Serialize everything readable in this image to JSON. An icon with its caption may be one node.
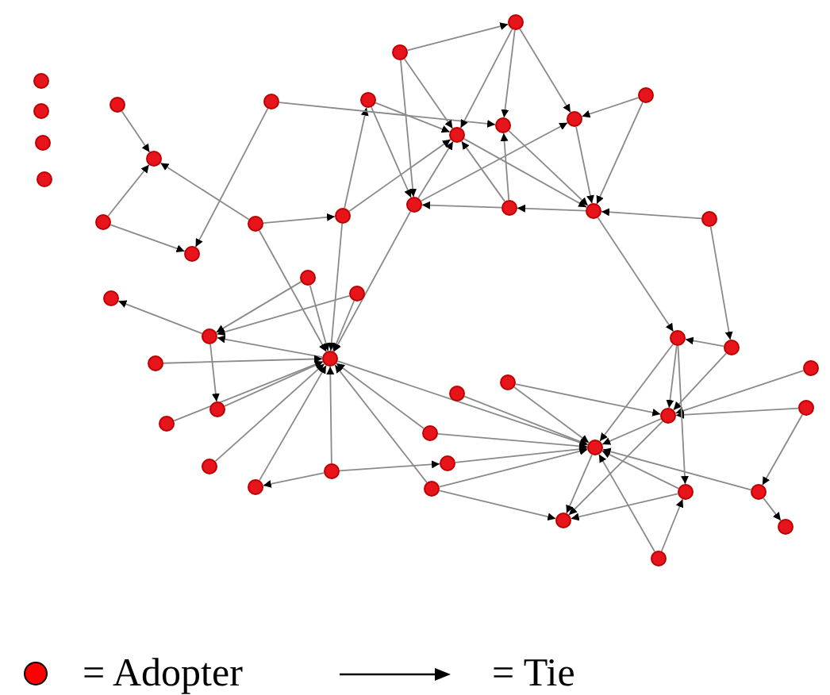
{
  "diagram": {
    "nodes": [
      {
        "text": [],
        "shape": "circle"
      },
      {
        "text": [],
        "shape": "circle"
      },
      {
        "text": [],
        "shape": "circle"
      },
      {
        "text": [],
        "shape": "circle"
      },
      {
        "text": [],
        "shape": "circle"
      },
      {
        "text": [],
        "shape": "circle"
      },
      {
        "text": [],
        "shape": "circle"
      },
      {
        "text": [],
        "shape": "circle"
      },
      {
        "text": [],
        "shape": "circle"
      },
      {
        "text": [],
        "shape": "circle"
      },
      {
        "text": [],
        "shape": "circle"
      },
      {
        "text": [],
        "shape": "circle"
      },
      {
        "text": [],
        "shape": "circle"
      },
      {
        "text": [],
        "shape": "circle"
      },
      {
        "text": [],
        "shape": "circle"
      },
      {
        "text": [],
        "shape": "circle"
      },
      {
        "text": [],
        "shape": "circle"
      },
      {
        "text": [],
        "shape": "circle"
      },
      {
        "text": [],
        "shape": "circle"
      },
      {
        "text": [],
        "shape": "circle"
      },
      {
        "text": [],
        "shape": "circle"
      },
      {
        "text": [],
        "shape": "circle"
      },
      {
        "text": [],
        "shape": "circle"
      },
      {
        "text": [],
        "shape": "circle"
      },
      {
        "text": [],
        "shape": "circle"
      },
      {
        "text": [],
        "shape": "circle"
      },
      {
        "text": [],
        "shape": "circle"
      },
      {
        "text": [],
        "shape": "circle"
      },
      {
        "text": [],
        "shape": "circle"
      },
      {
        "text": [],
        "shape": "circle"
      },
      {
        "text": [],
        "shape": "circle"
      },
      {
        "text": [],
        "shape": "circle"
      },
      {
        "text": [],
        "shape": "circle"
      },
      {
        "text": [],
        "shape": "circle"
      },
      {
        "text": [],
        "shape": "circle"
      },
      {
        "text": [],
        "shape": "circle"
      },
      {
        "text": [],
        "shape": "circle"
      },
      {
        "text": [],
        "shape": "circle"
      },
      {
        "text": [],
        "shape": "circle"
      },
      {
        "text": [],
        "shape": "circle"
      },
      {
        "text": [],
        "shape": "circle"
      },
      {
        "text": [],
        "shape": "circle"
      },
      {
        "text": [],
        "shape": "circle"
      },
      {
        "text": [],
        "shape": "circle"
      },
      {
        "text": [],
        "shape": "circle"
      },
      {
        "text": [],
        "shape": "circle"
      },
      {
        "text": [],
        "shape": "circle"
      },
      {
        "text": [],
        "shape": "circle"
      },
      {
        "text": [],
        "shape": "circle"
      }
    ],
    "edges": [
      {
        "from": 4,
        "to": 5,
        "arrow": "to"
      },
      {
        "from": 6,
        "to": 5,
        "arrow": "to"
      },
      {
        "from": 12,
        "to": 5,
        "arrow": "to"
      },
      {
        "from": 6,
        "to": 7,
        "arrow": "to"
      },
      {
        "from": 8,
        "to": 7,
        "arrow": "to"
      },
      {
        "from": 12,
        "to": 13,
        "arrow": "to"
      },
      {
        "from": 13,
        "to": 14,
        "arrow": "to"
      },
      {
        "from": 13,
        "to": 9,
        "arrow": "to"
      },
      {
        "from": 9,
        "to": 14,
        "arrow": "to"
      },
      {
        "from": 9,
        "to": 18,
        "arrow": "to"
      },
      {
        "from": 8,
        "to": 15,
        "arrow": "to"
      },
      {
        "from": 10,
        "to": 11,
        "arrow": "to"
      },
      {
        "from": 10,
        "to": 14,
        "arrow": "to"
      },
      {
        "from": 10,
        "to": 18,
        "arrow": "to"
      },
      {
        "from": 11,
        "to": 14,
        "arrow": "to"
      },
      {
        "from": 11,
        "to": 15,
        "arrow": "to"
      },
      {
        "from": 11,
        "to": 16,
        "arrow": "to"
      },
      {
        "from": 17,
        "to": 16,
        "arrow": "to"
      },
      {
        "from": 17,
        "to": 20,
        "arrow": "to"
      },
      {
        "from": 16,
        "to": 20,
        "arrow": "to"
      },
      {
        "from": 14,
        "to": 20,
        "arrow": "to"
      },
      {
        "from": 15,
        "to": 20,
        "arrow": "to"
      },
      {
        "from": 19,
        "to": 15,
        "arrow": "to"
      },
      {
        "from": 19,
        "to": 14,
        "arrow": "to"
      },
      {
        "from": 18,
        "to": 14,
        "arrow": "to"
      },
      {
        "from": 18,
        "to": 16,
        "arrow": "to"
      },
      {
        "from": 19,
        "to": 18,
        "arrow": "to"
      },
      {
        "from": 20,
        "to": 19,
        "arrow": "to"
      },
      {
        "from": 21,
        "to": 20,
        "arrow": "to"
      },
      {
        "from": 20,
        "to": 39,
        "arrow": "to"
      },
      {
        "from": 21,
        "to": 40,
        "arrow": "to"
      },
      {
        "from": 40,
        "to": 39,
        "arrow": "to"
      },
      {
        "from": 22,
        "to": 25,
        "arrow": "to"
      },
      {
        "from": 23,
        "to": 25,
        "arrow": "to"
      },
      {
        "from": 27,
        "to": 25,
        "arrow": "to"
      },
      {
        "from": 25,
        "to": 24,
        "arrow": "to"
      },
      {
        "from": 25,
        "to": 28,
        "arrow": "to"
      },
      {
        "from": 12,
        "to": 27,
        "arrow": "to"
      },
      {
        "from": 13,
        "to": 27,
        "arrow": "to"
      },
      {
        "from": 22,
        "to": 27,
        "arrow": "to"
      },
      {
        "from": 23,
        "to": 27,
        "arrow": "to"
      },
      {
        "from": 18,
        "to": 27,
        "arrow": "to"
      },
      {
        "from": 26,
        "to": 27,
        "arrow": "to"
      },
      {
        "from": 28,
        "to": 27,
        "arrow": "to"
      },
      {
        "from": 29,
        "to": 27,
        "arrow": "to"
      },
      {
        "from": 30,
        "to": 27,
        "arrow": "to"
      },
      {
        "from": 31,
        "to": 27,
        "arrow": "to"
      },
      {
        "from": 32,
        "to": 27,
        "arrow": "to"
      },
      {
        "from": 35,
        "to": 27,
        "arrow": "to"
      },
      {
        "from": 37,
        "to": 27,
        "arrow": "to"
      },
      {
        "from": 32,
        "to": 31,
        "arrow": "to"
      },
      {
        "from": 32,
        "to": 36,
        "arrow": "to"
      },
      {
        "from": 27,
        "to": 38,
        "arrow": "to"
      },
      {
        "from": 33,
        "to": 38,
        "arrow": "to"
      },
      {
        "from": 34,
        "to": 38,
        "arrow": "to"
      },
      {
        "from": 35,
        "to": 38,
        "arrow": "to"
      },
      {
        "from": 36,
        "to": 38,
        "arrow": "to"
      },
      {
        "from": 37,
        "to": 38,
        "arrow": "to"
      },
      {
        "from": 39,
        "to": 38,
        "arrow": "to"
      },
      {
        "from": 42,
        "to": 38,
        "arrow": "to"
      },
      {
        "from": 44,
        "to": 38,
        "arrow": "to"
      },
      {
        "from": 48,
        "to": 38,
        "arrow": "to"
      },
      {
        "from": 45,
        "to": 38,
        "arrow": "to"
      },
      {
        "from": 34,
        "to": 42,
        "arrow": "to"
      },
      {
        "from": 39,
        "to": 42,
        "arrow": "to"
      },
      {
        "from": 40,
        "to": 42,
        "arrow": "to"
      },
      {
        "from": 41,
        "to": 42,
        "arrow": "to"
      },
      {
        "from": 43,
        "to": 42,
        "arrow": "to"
      },
      {
        "from": 39,
        "to": 44,
        "arrow": "to"
      },
      {
        "from": 48,
        "to": 44,
        "arrow": "to"
      },
      {
        "from": 37,
        "to": 47,
        "arrow": "to"
      },
      {
        "from": 38,
        "to": 47,
        "arrow": "to"
      },
      {
        "from": 42,
        "to": 47,
        "arrow": "to"
      },
      {
        "from": 44,
        "to": 47,
        "arrow": "to"
      },
      {
        "from": 43,
        "to": 45,
        "arrow": "to"
      },
      {
        "from": 45,
        "to": 46,
        "arrow": "to"
      }
    ],
    "legend": [
      {
        "text": "= Adopter",
        "color": "#ff0000"
      },
      {
        "text": "= Tie"
      }
    ]
  }
}
